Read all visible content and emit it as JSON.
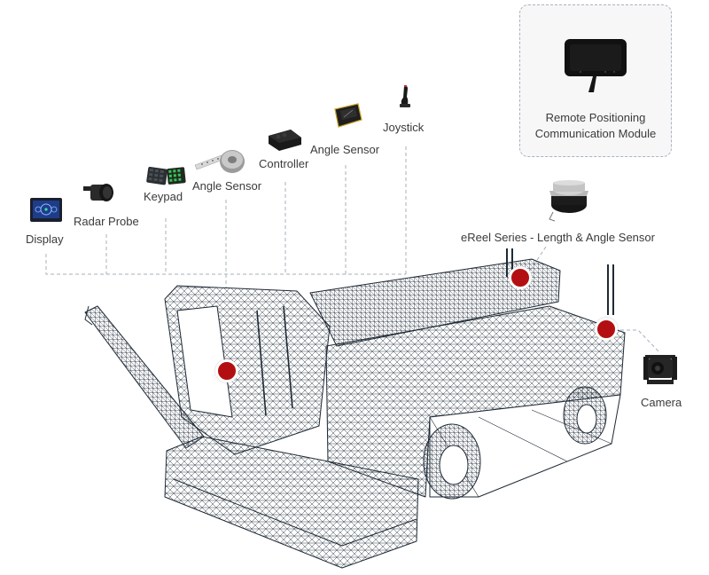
{
  "diagram": {
    "title": "",
    "components": [
      {
        "id": "display",
        "label": "Display",
        "icon": "display-screen-icon"
      },
      {
        "id": "radar-probe",
        "label": "Radar Probe",
        "icon": "radar-probe-icon"
      },
      {
        "id": "keypad",
        "label": "Keypad",
        "icon": "keypad-icon"
      },
      {
        "id": "angle-sensor-1",
        "label": "Angle Sensor",
        "icon": "rotary-angle-sensor-icon"
      },
      {
        "id": "controller",
        "label": "Controller",
        "icon": "controller-box-icon"
      },
      {
        "id": "angle-sensor-2",
        "label": "Angle Sensor",
        "icon": "tilt-angle-sensor-icon"
      },
      {
        "id": "joystick",
        "label": "Joystick",
        "icon": "joystick-icon"
      }
    ],
    "remote_module": {
      "label_line1": "Remote Positioning",
      "label_line2": "Communication Module",
      "icon": "remote-module-icon"
    },
    "ereel": {
      "label": "eReel Series - Length & Angle Sensor",
      "icon": "ereel-sensor-icon"
    },
    "camera": {
      "label": "Camera",
      "icon": "camera-icon"
    },
    "vehicle": {
      "description": "Wireframe aerial work vehicle with boom",
      "markers": [
        "cab-marker",
        "boom-marker",
        "rear-marker"
      ]
    },
    "colors": {
      "marker": "#b30f12",
      "connector": "#a7b0ba",
      "wireframe": "#1e2a36",
      "label": "#3b3b3b"
    }
  }
}
